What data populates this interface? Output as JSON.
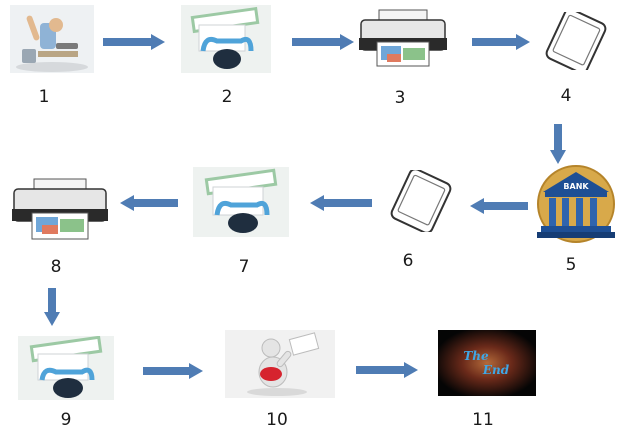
{
  "diagram": {
    "steps": [
      {
        "label": "1",
        "icon": "person-working-icon"
      },
      {
        "label": "2",
        "icon": "person-at-desk-icon"
      },
      {
        "label": "3",
        "icon": "printer-icon"
      },
      {
        "label": "4",
        "icon": "tablet-icon"
      },
      {
        "label": "5",
        "icon": "bank-icon",
        "sign": "BANK"
      },
      {
        "label": "6",
        "icon": "tablet-icon"
      },
      {
        "label": "7",
        "icon": "person-at-desk-icon"
      },
      {
        "label": "8",
        "icon": "printer-icon"
      },
      {
        "label": "9",
        "icon": "person-at-desk-icon"
      },
      {
        "label": "10",
        "icon": "figure-holding-paper-icon"
      },
      {
        "label": "11",
        "icon": "the-end-card-icon",
        "text_line1": "The",
        "text_line2": "End"
      }
    ],
    "arrow_color": "#4f7cb4"
  }
}
